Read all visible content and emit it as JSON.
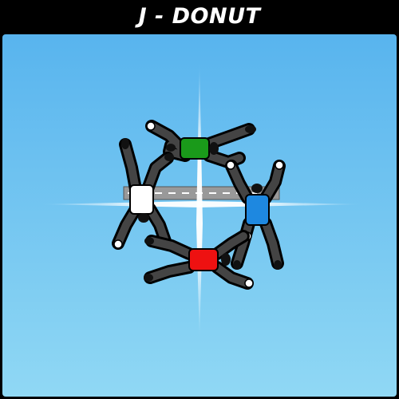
{
  "title": "J - DONUT",
  "colors": {
    "background": "#000000",
    "sky_top": "#58b4ee",
    "sky_bottom": "#90d8f4",
    "jumpsuit": "#333333",
    "outline": "#000000",
    "rig_green": "#1a9a1a",
    "rig_white": "#ffffff",
    "rig_blue": "#1e88e0",
    "rig_red": "#ee1111",
    "runway": "#999999"
  },
  "jumpers": [
    {
      "name": "jumper-green",
      "rig_color": "green"
    },
    {
      "name": "jumper-white",
      "rig_color": "white"
    },
    {
      "name": "jumper-blue",
      "rig_color": "blue"
    },
    {
      "name": "jumper-red",
      "rig_color": "red"
    }
  ],
  "icons": {
    "reference_cross": "cross-icon",
    "runway": "runway-icon"
  }
}
